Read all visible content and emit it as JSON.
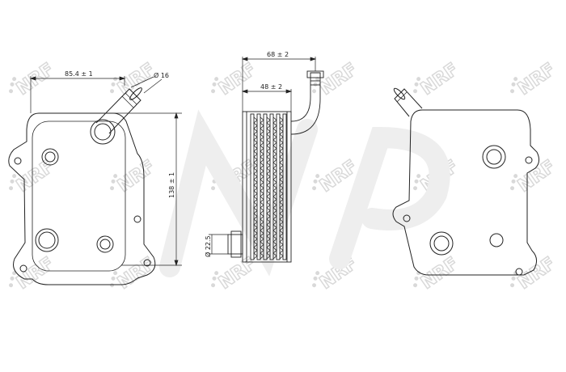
{
  "watermark": {
    "brand_text": "NRF",
    "color": "#d9d9d9"
  },
  "dimensions": {
    "front_width": "85.4 ± 1",
    "inlet_diameter": "Ø 16",
    "height": "138 ± 1",
    "total_depth": "68 ± 2",
    "core_depth": "48 ± 2",
    "outlet_diameter": "Ø 22.5"
  }
}
